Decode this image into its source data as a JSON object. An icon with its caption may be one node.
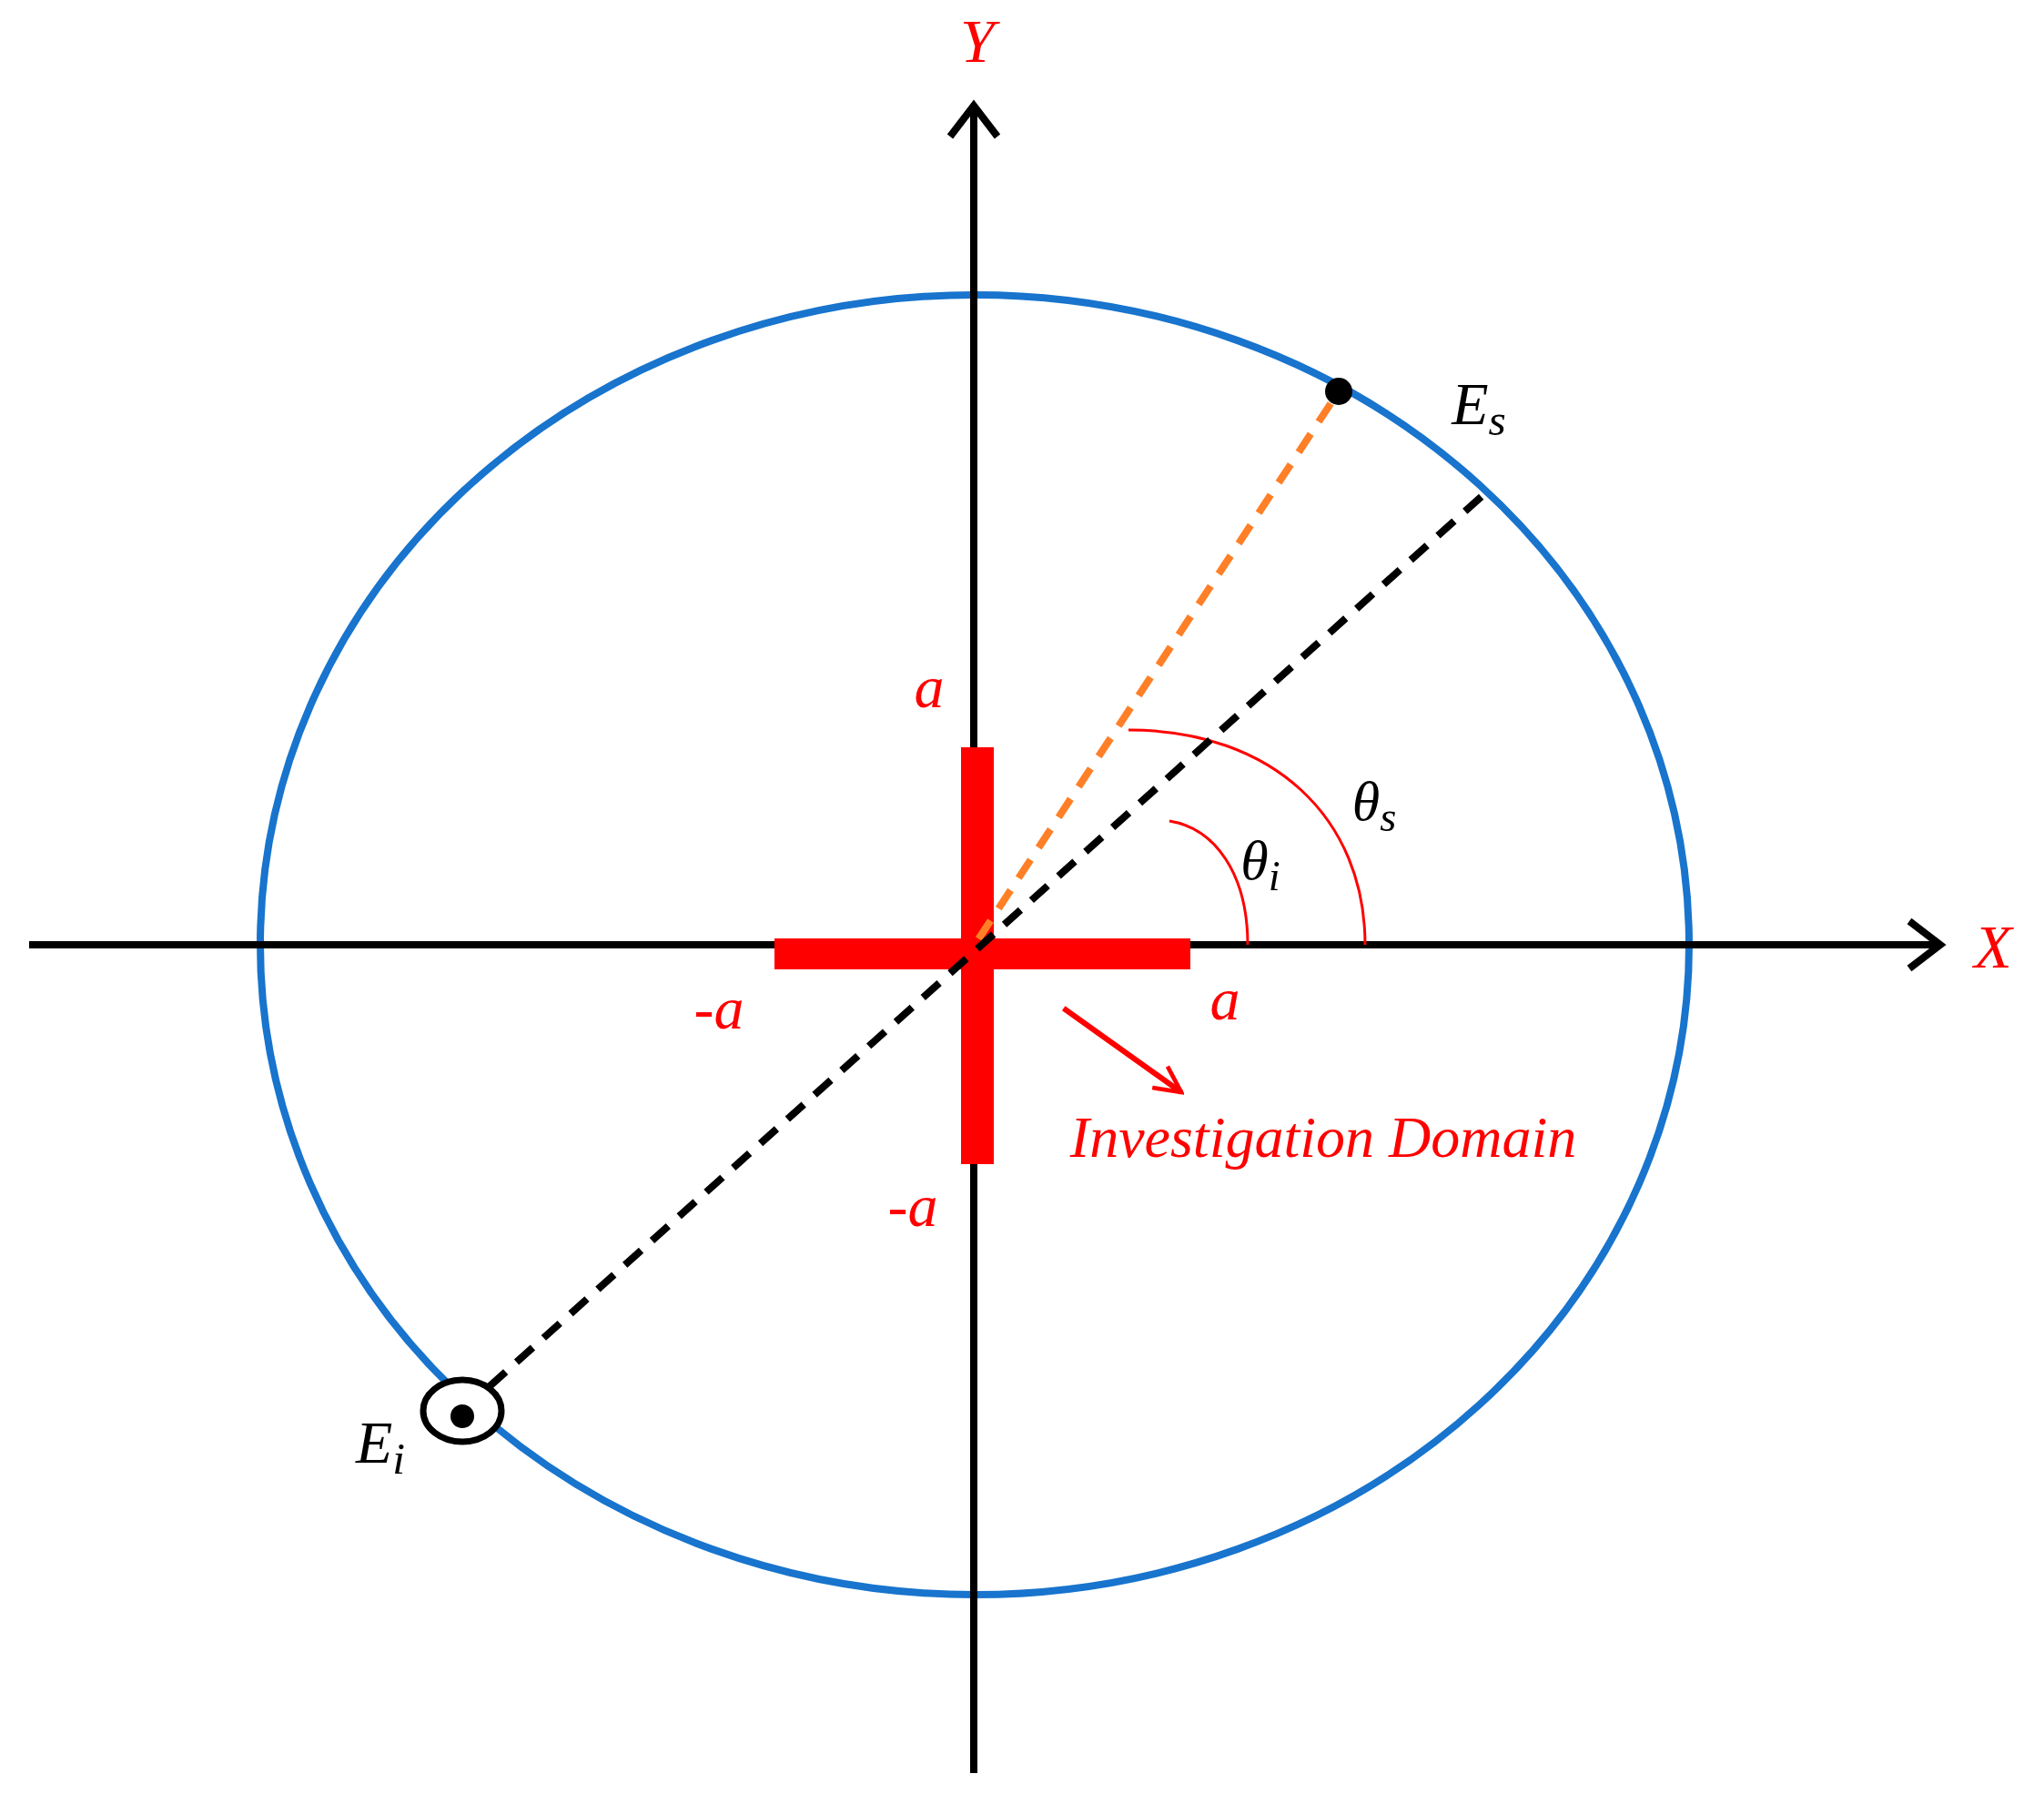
{
  "diagram": {
    "nodes": [
      {
        "text": [],
        "shape": "circle",
        "beside": [
          "E$_{s}$"
        ]
      },
      {
        "text": [],
        "shape": "circle",
        "beside": [
          "E$_{i}$"
        ]
      },
      {
        "text": [],
        "shape": "cross"
      },
      {
        "text": [
          "Investigation Domain"
        ]
      }
    ],
    "edges": [
      {
        "from": 0,
        "to": 2,
        "arrow": "none",
        "style": "dashed",
        "color": "#ff7f27"
      },
      {
        "from": 1,
        "to": null,
        "arrow": "none",
        "style": "dashed",
        "color": "#000000"
      },
      {
        "from": 2,
        "to": 3,
        "arrow": "to",
        "color": "#ff0000"
      }
    ],
    "labels": [
      "Y",
      "X",
      "a",
      "-a",
      "a",
      "-a",
      "θ$_{i}$",
      "θ$_{s}$"
    ]
  }
}
